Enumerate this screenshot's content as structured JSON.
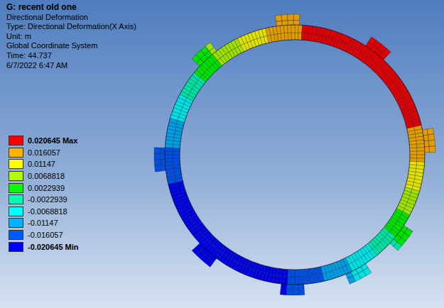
{
  "diagram": {
    "title": "G: recent old one",
    "labels": [
      "Directional Deformation",
      "Type: Directional Deformation(X Axis)",
      "Unit: m",
      "Global Coordinate System",
      "Time: 44.737",
      "6/7/2022 6:47 AM"
    ],
    "legend": [
      {
        "text": "0.020645 Max",
        "color": "#ff0000"
      },
      {
        "text": "0.016057",
        "color": "#ffb200"
      },
      {
        "text": "0.01147",
        "color": "#ffff00"
      },
      {
        "text": "0.0068818",
        "color": "#b2ff00"
      },
      {
        "text": "0.0022939",
        "color": "#00ff00"
      },
      {
        "text": "-0.0022939",
        "color": "#00ffb2"
      },
      {
        "text": "-0.0068818",
        "color": "#00ffff"
      },
      {
        "text": "-0.01147",
        "color": "#00b2ff"
      },
      {
        "text": "-0.016057",
        "color": "#0059ff"
      },
      {
        "text": "-0.020645 Min",
        "color": "#0000ff"
      }
    ]
  }
}
